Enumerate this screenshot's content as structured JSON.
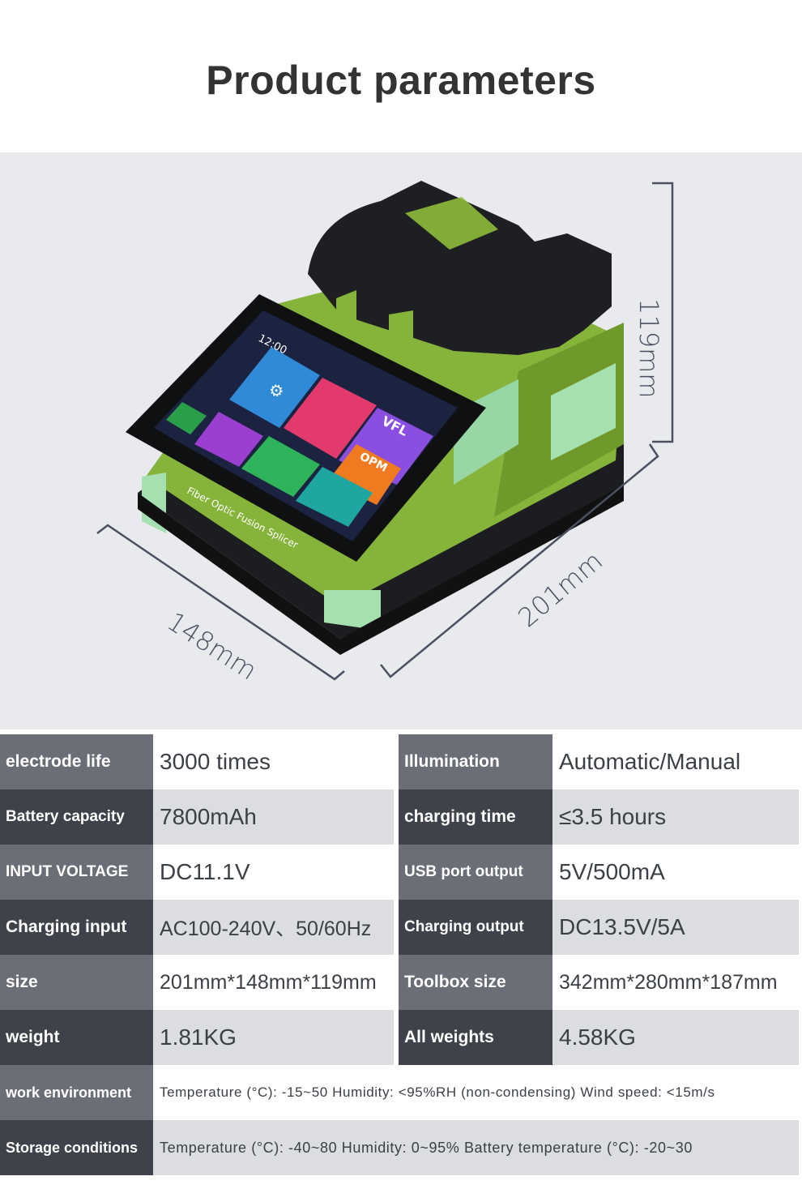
{
  "title": "Product parameters",
  "product": {
    "screen_brand": "Fiber Optic Fusion Splicer",
    "screen_time": "12:00",
    "tiles": [
      {
        "icon": "gear-icon",
        "color": "#2f8ad8"
      },
      {
        "icon": "user-icon",
        "color": "#e23a6c"
      },
      {
        "icon": "vfl-icon",
        "label": "VFL",
        "color": "#8a4ee0"
      },
      {
        "icon": "opm-icon",
        "label": "OPM",
        "color": "#f07a20"
      },
      {
        "icon": "grid-icon",
        "color": "#2a9f4a"
      },
      {
        "icon": "fan-icon",
        "color": "#9a3fd0"
      },
      {
        "icon": "doc-icon",
        "color": "#2fb35a"
      },
      {
        "icon": "tools-icon",
        "color": "#1fa6a0"
      }
    ],
    "body_color": "#8dbb3a",
    "accent_color": "#a8e0b0"
  },
  "dimensions": {
    "height": "119mm",
    "length": "201mm",
    "width": "148mm"
  },
  "params": [
    {
      "l1": "electrode life",
      "v1": "3000 times",
      "l2": "Illumination",
      "v2": "Automatic/Manual"
    },
    {
      "l1": "Battery capacity",
      "v1": "7800mAh",
      "l2": "charging time",
      "v2": "≤3.5 hours"
    },
    {
      "l1": "INPUT VOLTAGE",
      "v1": "DC11.1V",
      "l2": "USB port output",
      "v2": "5V/500mA"
    },
    {
      "l1": "Charging input",
      "v1": "AC100-240V、50/60Hz",
      "l2": "Charging output",
      "v2": "DC13.5V/5A"
    },
    {
      "l1": "size",
      "v1": "201mm*148mm*119mm",
      "l2": "Toolbox size",
      "v2": "342mm*280mm*187mm"
    },
    {
      "l1": "weight",
      "v1": "1.81KG",
      "l2": "All weights",
      "v2": "4.58KG"
    }
  ],
  "env": {
    "work_label": "work environment",
    "work_value": "Temperature (°C): -15~50 Humidity: <95%RH (non-condensing) Wind speed: <15m/s",
    "storage_label": "Storage conditions",
    "storage_value": "Temperature (°C): -40~80 Humidity: 0~95% Battery temperature (°C): -20~30"
  }
}
